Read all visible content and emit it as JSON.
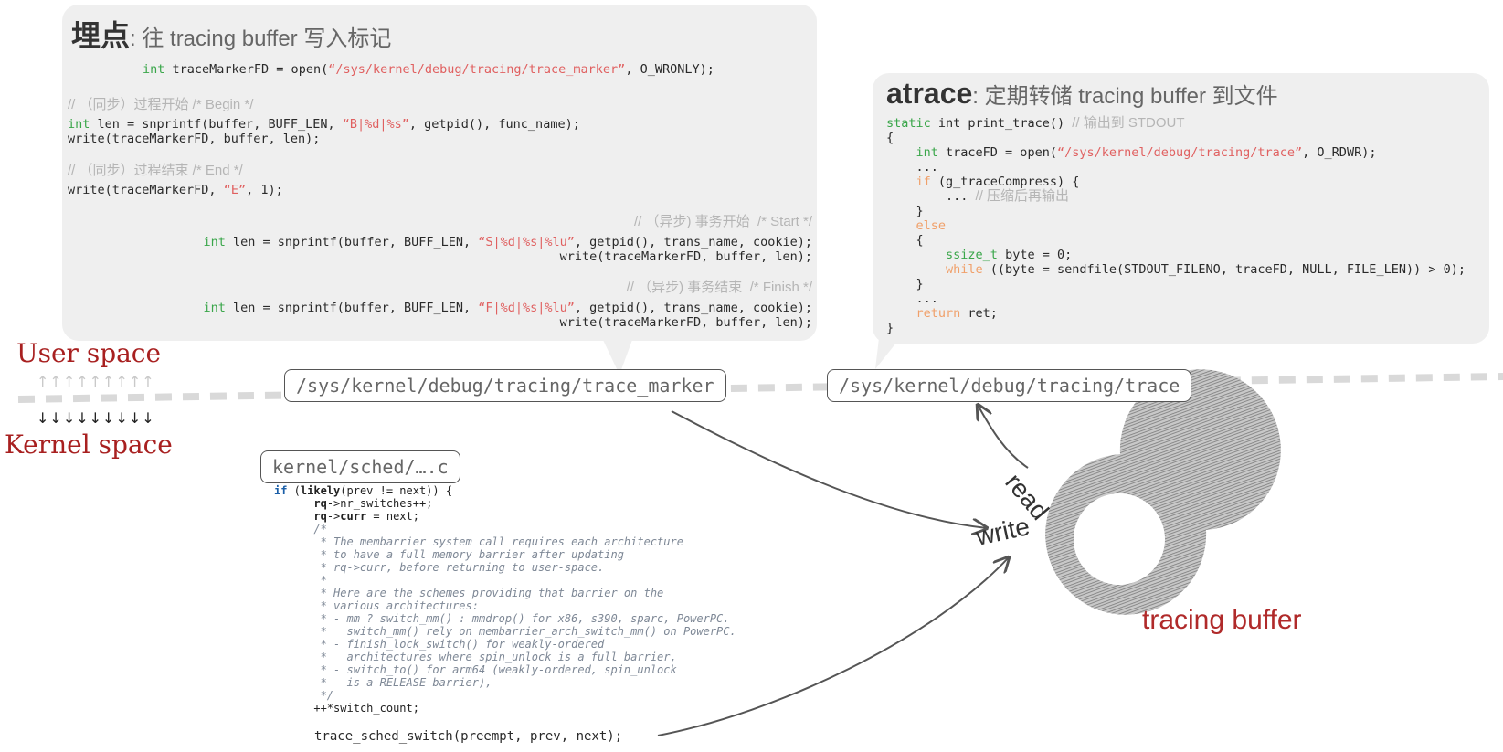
{
  "left_panel": {
    "title_bold": "埋点",
    "title_sep": ":",
    "title_rest": "往 tracing buffer 写入标记",
    "lines": {
      "open_kw": "int",
      "open_pre": " traceMarkerFD = open(",
      "open_str": "“/sys/kernel/debug/tracing/trace_marker”",
      "open_post": ", O_WRONLY);",
      "c_begin": "// （同步）过程开始 /* Begin */",
      "b_kw": "int",
      "b_pre": " len = snprintf(buffer, BUFF_LEN, ",
      "b_str": "“B|%d|%s”",
      "b_post": ", getpid(), func_name);",
      "b_write": "write(traceMarkerFD, buffer, len);",
      "c_end": "// （同步）过程结束 /* End */",
      "e_pre": "write(traceMarkerFD, ",
      "e_str": "“E”",
      "e_post": ", 1);",
      "c_start": "// （异步) 事务开始  /* Start */",
      "s_kw": "int",
      "s_pre": " len = snprintf(buffer, BUFF_LEN, ",
      "s_str": "“S|%d|%s|%lu”",
      "s_post": ", getpid(), trans_name, cookie);",
      "s_write": "write(traceMarkerFD, buffer, len);",
      "c_finish": "// （异步) 事务结束  /* Finish */",
      "f_kw": "int",
      "f_pre": " len = snprintf(buffer, BUFF_LEN, ",
      "f_str": "“F|%d|%s|%lu”",
      "f_post": ", getpid(), trans_name, cookie);",
      "f_write": "write(traceMarkerFD, buffer, len);"
    }
  },
  "right_panel": {
    "title_bold": "atrace",
    "title_sep": ":",
    "title_rest": "定期转储 tracing buffer 到文件",
    "lines": {
      "l1_kw": "static",
      "l1_pre": " int print_trace() ",
      "l1_cmt": "// 输出到 STDOUT",
      "l2": "{",
      "l3_kw": "int",
      "l3_pre": " traceFD = open(",
      "l3_str": "“/sys/kernel/debug/tracing/trace”",
      "l3_post": ", O_RDWR);",
      "l4": "...",
      "l5_kw": "if",
      "l5_post": " (g_traceCompress) {",
      "l6_pre": "... ",
      "l6_cmt": "// 压缩后再输出",
      "l7": "}",
      "l8_kw": "else",
      "l9": "{",
      "l10_kw": "ssize_t",
      "l10_post": " byte = 0;",
      "l11_kw": "while",
      "l11_post": " ((byte = sendfile(STDOUT_FILENO, traceFD, NULL, FILE_LEN)) > 0);",
      "l12": "}",
      "l13": "...",
      "l14_kw": "return",
      "l14_post": " ret;",
      "l15": "}"
    }
  },
  "paths": {
    "trace_marker": "/sys/kernel/debug/tracing/trace_marker",
    "trace": "/sys/kernel/debug/tracing/trace",
    "sched": "kernel/sched/….c"
  },
  "spaces": {
    "user": "User  space",
    "kernel": "Kernel  space",
    "up_arrows": "↑↑↑↑↑↑↑↑↑",
    "down_arrows": "↓↓↓↓↓↓↓↓↓"
  },
  "kernel_code": {
    "k1_a": "if",
    "k1_b": " (",
    "k1_c": "likely",
    "k1_d": "(prev != next)) {",
    "k2_a": "rq",
    "k2_b": "->nr_switches++;",
    "k3_a": "rq",
    "k3_b": "->",
    "k3_c": "curr",
    "k3_d": " = next;",
    "c1": "/*",
    "c2": " * The membarrier system call requires each architecture",
    "c3": " * to have a full memory barrier after updating",
    "c4": " * rq->curr, before returning to user-space.",
    "c5": " *",
    "c6": " * Here are the schemes providing that barrier on the",
    "c7": " * various architectures:",
    "c8": " * - mm ? switch_mm() : mmdrop() for x86, s390, sparc, PowerPC.",
    "c9": " *   switch_mm() rely on membarrier_arch_switch_mm() on PowerPC.",
    "c10": " * - finish_lock_switch() for weakly-ordered",
    "c11": " *   architectures where spin_unlock is a full barrier,",
    "c12": " * - switch_to() for arm64 (weakly-ordered, spin_unlock",
    "c13": " *   is a RELEASE barrier),",
    "c14": " */",
    "k4_a": "++*",
    "k4_b": "switch_count;",
    "k5": "trace_sched_switch(preempt, prev, next);"
  },
  "labels": {
    "read": "read",
    "write": "write",
    "tracing_buffer": "tracing buffer"
  },
  "colors": {
    "panel_bg": "#efefef",
    "keyword_green": "#3aa64a",
    "keyword_orange": "#f0a06a",
    "string_red": "#e06060",
    "space_label": "#a82020",
    "buffer_label": "#b02a2a",
    "buffer_fill": "#9a9a9a"
  }
}
